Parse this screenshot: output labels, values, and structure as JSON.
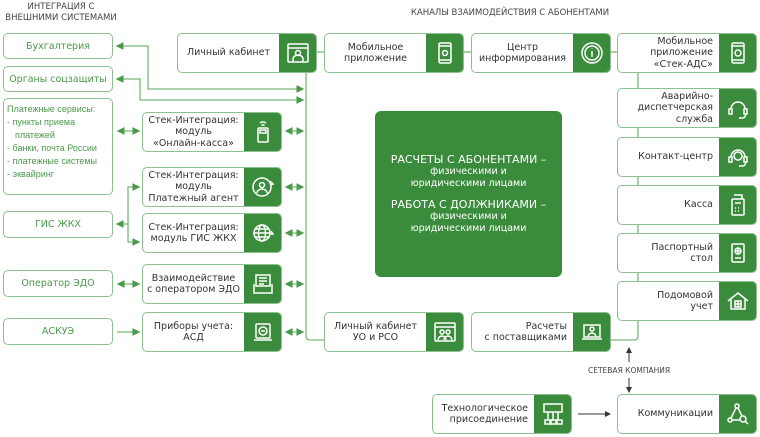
{
  "headers": {
    "integration": "ИНТЕГРАЦИЯ С\nВНЕШНИМИ СИСТЕМАМИ",
    "channels": "КАНАЛЫ ВЗАИМОДЕЙСТВИЯ С АБОНЕНТАМИ"
  },
  "external": {
    "accounting": "Бухгалтерия",
    "social": "Органы соцзащиты",
    "payments": {
      "title": "Платежные сервисы:",
      "items": [
        "- пункты приема",
        "  платежей",
        "- банки, почта России",
        "- платежные системы",
        "- эквайринг"
      ]
    },
    "gis": "ГИС ЖКХ",
    "edo": "Оператор ЭДО",
    "askue": "АСКУЭ"
  },
  "modules": {
    "cabinet": "Личный кабинет",
    "kassa": "Стек-Интеграция:\nмодуль\n«Онлайн-касса»",
    "agent": "Стек-Интеграция:\nмодуль\nПлатежный агент",
    "gismod": "Стек-Интеграция:\nмодуль ГИС ЖКХ",
    "edomod": "Взаимодействие\nс оператором ЭДО",
    "asd": "Приборы учета:\nАСД"
  },
  "channels": {
    "mobile": "Мобильное\nприложение",
    "info": "Центр\nинформирования",
    "ads": "Мобильное\nприложение\n«Стек-АДС»",
    "emergency": "Аварийно-\nдиспетчерская\nслужба",
    "contact": "Контакт-центр",
    "cash": "Касса",
    "passport": "Паспортный\nстол",
    "house": "Подомовой\nучет",
    "uo": "Личный кабинет\nУО и РСО",
    "suppliers": "Расчеты\nс поставщиками",
    "tech": "Технологическое\nприсоединение",
    "comm": "Коммуникации"
  },
  "center": {
    "line1": "РАСЧЕТЫ С АБОНЕНТАМИ –",
    "line1sub": "физическими и\nюридическими лицами",
    "line2": "РАБОТА С ДОЛЖНИКАМИ –",
    "line2sub": "физическими и\nюридическими лицами"
  },
  "network_label": "СЕТЕВАЯ КОМПАНИЯ",
  "colors": {
    "accent": "#3a8c3c",
    "border": "#8cc08c",
    "ext_text": "#4a9a4a"
  }
}
